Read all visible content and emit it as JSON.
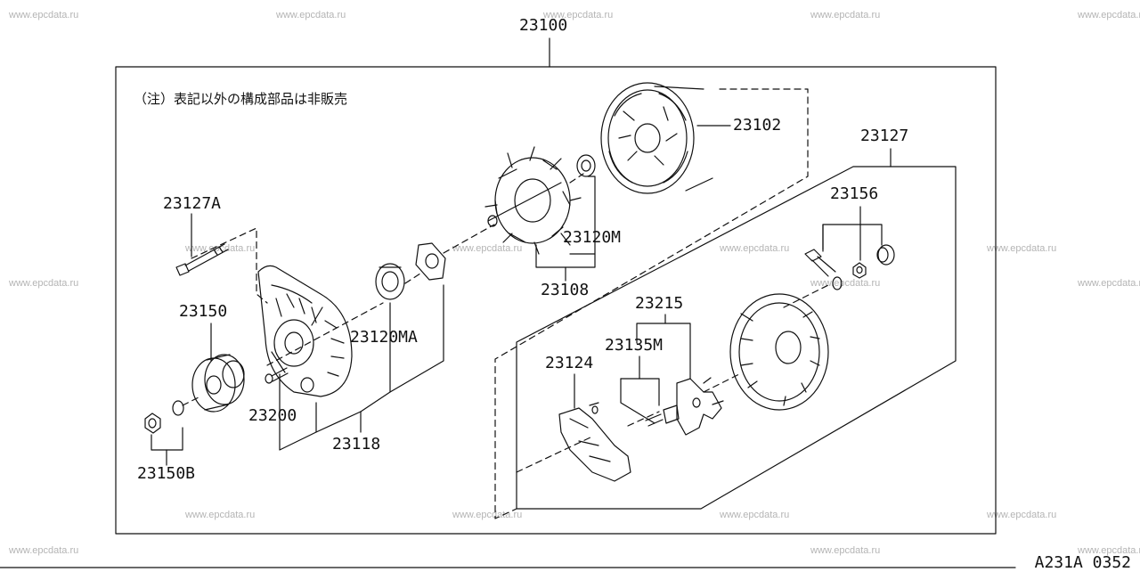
{
  "watermark": "www.epcdata.ru",
  "note": "（注）表記以外の構成部品は非販売",
  "reference": "A231A 0352",
  "parts": {
    "assembly": "23100",
    "rear_cover": "23102",
    "regulator_kit": "23127",
    "through_bolt": "23127A",
    "terminal_set": "23156",
    "rotor_bearing": "23120M",
    "rotor": "23108",
    "pulley": "23150",
    "front_bearing": "23120MA",
    "pulley_nut": "23150B",
    "screw": "23200",
    "front_housing": "23118",
    "diode_set": "23215",
    "diode_bearing": "23135M",
    "brush_holder": "23124"
  }
}
